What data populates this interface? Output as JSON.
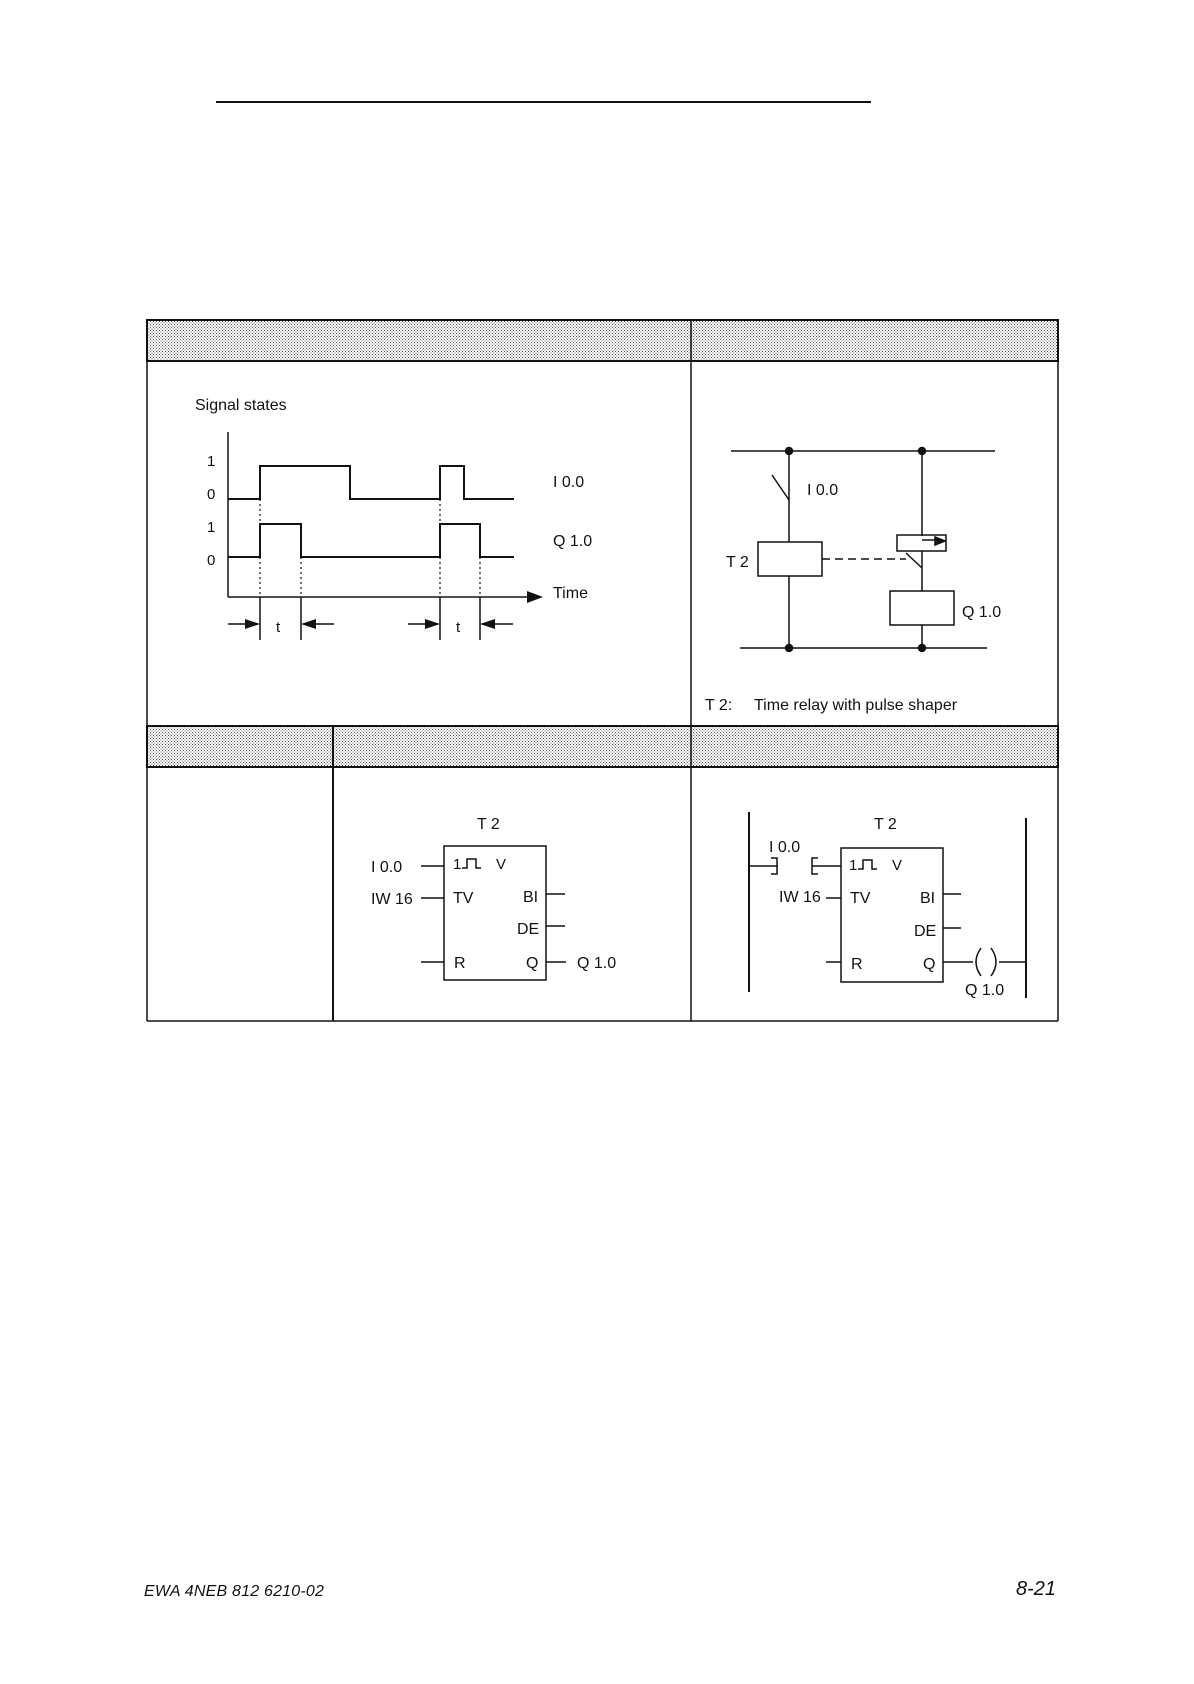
{
  "timing": {
    "title": "Signal states",
    "level_high": "1",
    "level_low": "0",
    "input_label": "I 0.0",
    "output_label": "Q 1.0",
    "time_label": "Time",
    "pulse_label": "t"
  },
  "relay": {
    "input_label": "I 0.0",
    "relay_label": "T 2",
    "output_label": "Q 1.0",
    "legend_key": "T 2:",
    "legend_text": "Time relay with pulse shaper"
  },
  "csf": {
    "timer_name": "T 2",
    "pulse_symbol": "1┐┌┐ V",
    "in_start": "I 0.0",
    "in_value": "IW 16",
    "pin_s": "1",
    "pin_v": "V",
    "pin_tv": "TV",
    "pin_bi": "BI",
    "pin_de": "DE",
    "pin_r": "R",
    "pin_q": "Q",
    "out_q": "Q 1.0"
  },
  "lad": {
    "timer_name": "T 2",
    "contact_label": "I 0.0",
    "in_value": "IW 16",
    "pin_s": "1",
    "pin_v": "V",
    "pin_tv": "TV",
    "pin_bi": "BI",
    "pin_de": "DE",
    "pin_r": "R",
    "pin_q": "Q",
    "coil_label": "Q 1.0"
  },
  "footer": {
    "doc_number": "EWA 4NEB 812 6210-02",
    "page_number": "8-21"
  }
}
